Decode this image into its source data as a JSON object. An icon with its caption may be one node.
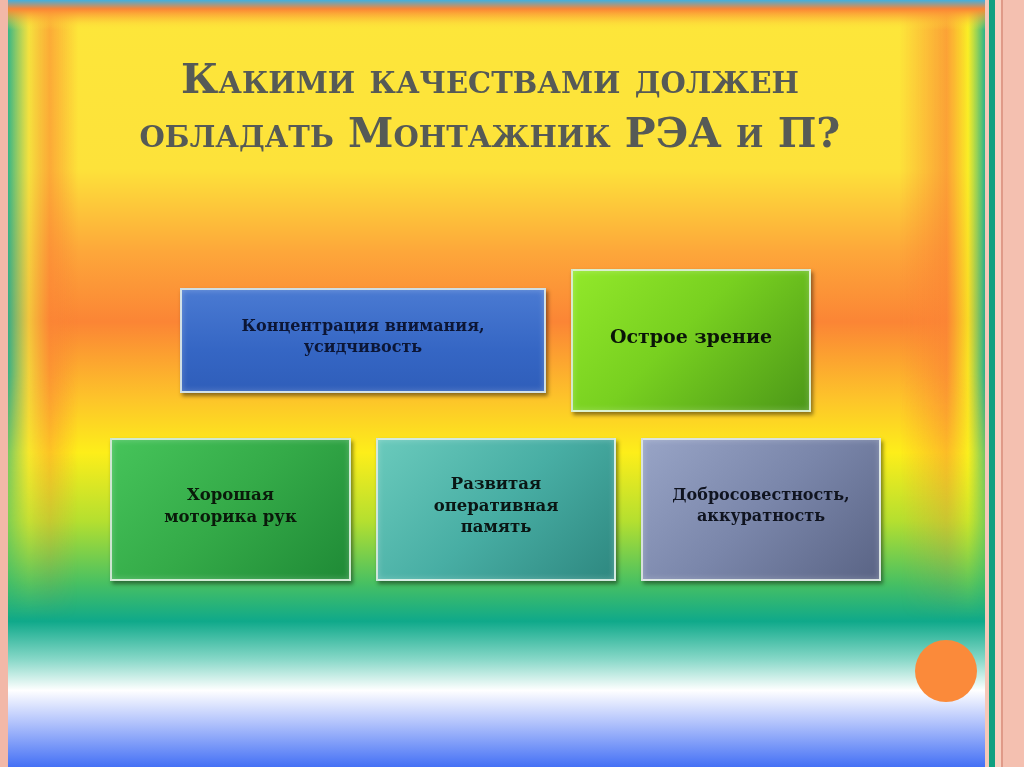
{
  "diagram": {
    "title": "Какими качествами должен обладать Монтажник РЭА и П?",
    "nodes": [
      {
        "text": [
          "Концентрация внимания, усидчивость"
        ]
      },
      {
        "text": [
          "Острое зрение"
        ]
      },
      {
        "text": [
          "Хорошая моторика рук"
        ]
      },
      {
        "text": [
          "Развитая оперативная память"
        ]
      },
      {
        "text": [
          "Добросовестность, аккуратность"
        ]
      }
    ],
    "edges": []
  }
}
